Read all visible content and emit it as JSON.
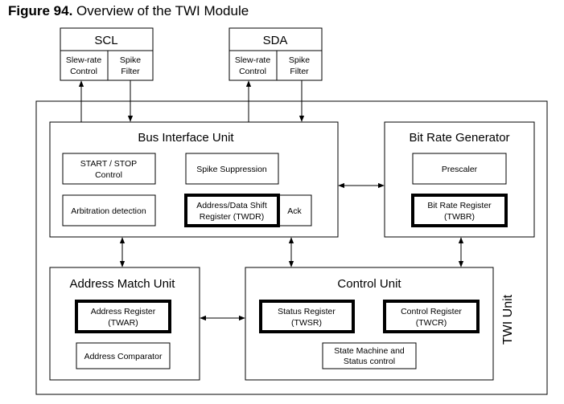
{
  "figure": {
    "number": "Figure 94.",
    "caption": "Overview of the TWI Module"
  },
  "scl": {
    "title": "SCL",
    "slew_line1": "Slew-rate",
    "slew_line2": "Control",
    "spike_line1": "Spike",
    "spike_line2": "Filter"
  },
  "sda": {
    "title": "SDA",
    "slew_line1": "Slew-rate",
    "slew_line2": "Control",
    "spike_line1": "Spike",
    "spike_line2": "Filter"
  },
  "twi_unit": {
    "label": "TWI Unit"
  },
  "bus_interface": {
    "title": "Bus Interface Unit",
    "start_stop_line1": "START / STOP",
    "start_stop_line2": "Control",
    "spike_suppression": "Spike Suppression",
    "arbitration": "Arbitration detection",
    "shift_line1": "Address/Data Shift",
    "shift_line2": "Register (TWDR)",
    "ack": "Ack"
  },
  "bit_rate": {
    "title": "Bit Rate Generator",
    "prescaler": "Prescaler",
    "reg_line1": "Bit Rate Register",
    "reg_line2": "(TWBR)"
  },
  "address_match": {
    "title": "Address Match Unit",
    "reg_line1": "Address Register",
    "reg_line2": "(TWAR)",
    "comparator": "Address Comparator"
  },
  "control_unit": {
    "title": "Control Unit",
    "status_line1": "Status Register",
    "status_line2": "(TWSR)",
    "control_line1": "Control Register",
    "control_line2": "(TWCR)",
    "sm_line1": "State Machine and",
    "sm_line2": "Status control"
  }
}
